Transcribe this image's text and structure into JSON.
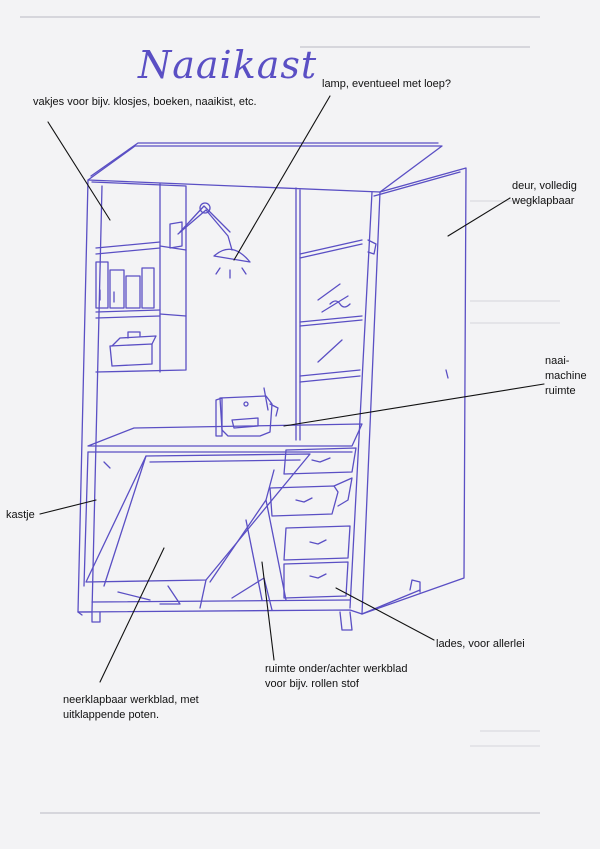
{
  "title": "Naaikast",
  "labels": {
    "shelves": "vakjes voor bijv. klosjes, boeken, naaikist, etc.",
    "lamp": "lamp, eventueel met loep?",
    "door_1": "deur, volledig",
    "door_2": "wegklapbaar",
    "machine_1": "naai-",
    "machine_2": "machine",
    "machine_3": "ruimte",
    "cabinet": "kastje",
    "drawers": "lades, voor allerlei",
    "storage_1": "ruimte onder/achter werkblad",
    "storage_2": "voor bijv. rollen stof",
    "worktop_1": "neerklapbaar werkblad, met",
    "worktop_2": "uitklappende poten."
  },
  "colors": {
    "ink": "#5a4fc4",
    "pointer": "#111111",
    "paper": "#f3f3f5",
    "bleed_through": "#d6d6dc"
  }
}
